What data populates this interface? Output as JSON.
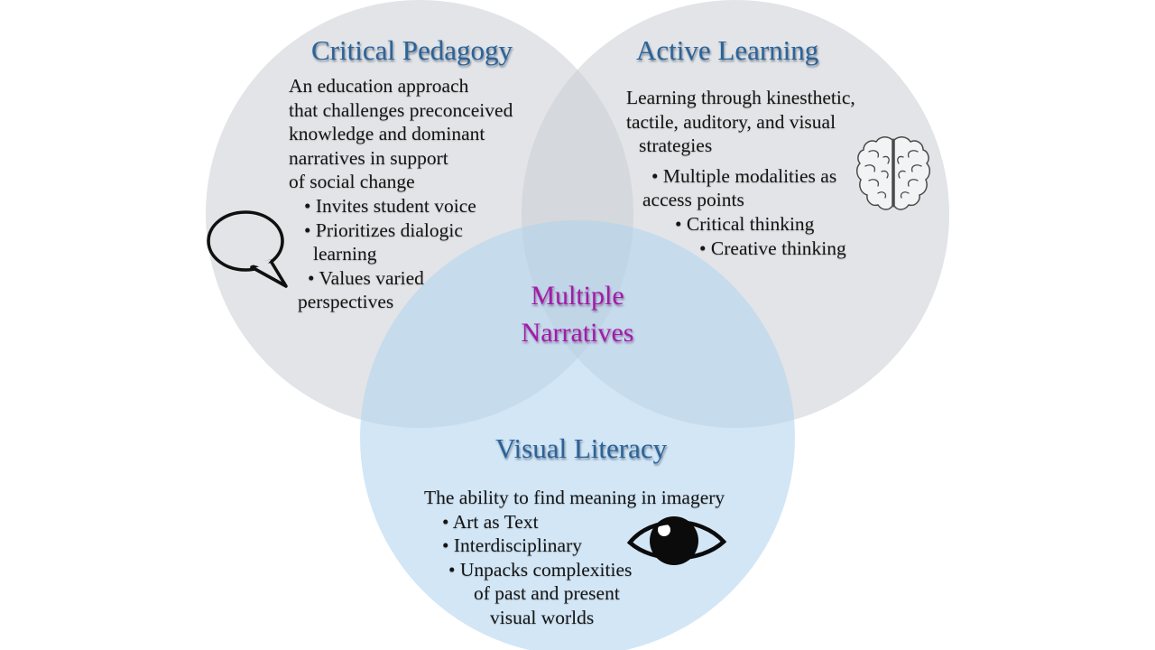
{
  "colors": {
    "background": "#ffffff",
    "gray_circle_fill": "rgba(202,206,211,0.55)",
    "blue_circle_fill": "rgba(177,212,240,0.58)",
    "title_blue": "#2B6398",
    "center_magenta": "#A21BA8",
    "body_text": "#151515"
  },
  "circles": {
    "critical_pedagogy": {
      "title": "Critical Pedagogy",
      "lines": [
        "An education approach",
        "that challenges preconceived",
        "knowledge and dominant",
        "narratives in support",
        "of social change",
        "• Invites student voice",
        "• Prioritizes dialogic",
        "learning",
        "• Values varied",
        "perspectives"
      ]
    },
    "active_learning": {
      "title": "Active Learning",
      "lines": [
        "Learning through kinesthetic,",
        "tactile, auditory, and visual",
        "strategies",
        "• Multiple modalities as",
        "access points",
        "• Critical thinking",
        "• Creative thinking"
      ]
    },
    "visual_literacy": {
      "title": "Visual Literacy",
      "lines": [
        "The ability to find meaning in imagery",
        "• Art as Text",
        "• Interdisciplinary",
        "• Unpacks complexities",
        "of past and present",
        "visual worlds"
      ]
    }
  },
  "center_overlap": {
    "label_line1": "Multiple",
    "label_line2": "Narratives"
  },
  "icons": {
    "speech_bubble": "speech-bubble-icon",
    "brain": "brain-icon",
    "eye": "eye-icon"
  }
}
